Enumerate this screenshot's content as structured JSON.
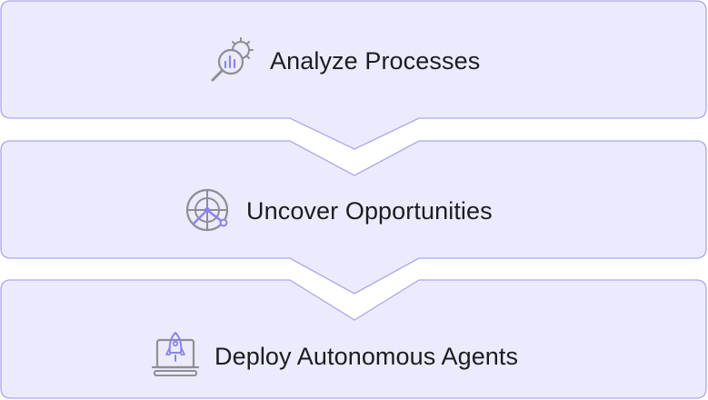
{
  "steps": [
    {
      "label": "Analyze Processes",
      "icon": "analytics-magnifier-gear-icon"
    },
    {
      "label": "Uncover Opportunities",
      "icon": "radar-target-icon"
    },
    {
      "label": "Deploy Autonomous Agents",
      "icon": "laptop-rocket-icon"
    }
  ],
  "colors": {
    "box_fill": "#ecebfd",
    "box_stroke": "#a9a6f0",
    "accent": "#8a84ee",
    "icon_gray": "#8e8e96",
    "text": "#1c1c22"
  }
}
